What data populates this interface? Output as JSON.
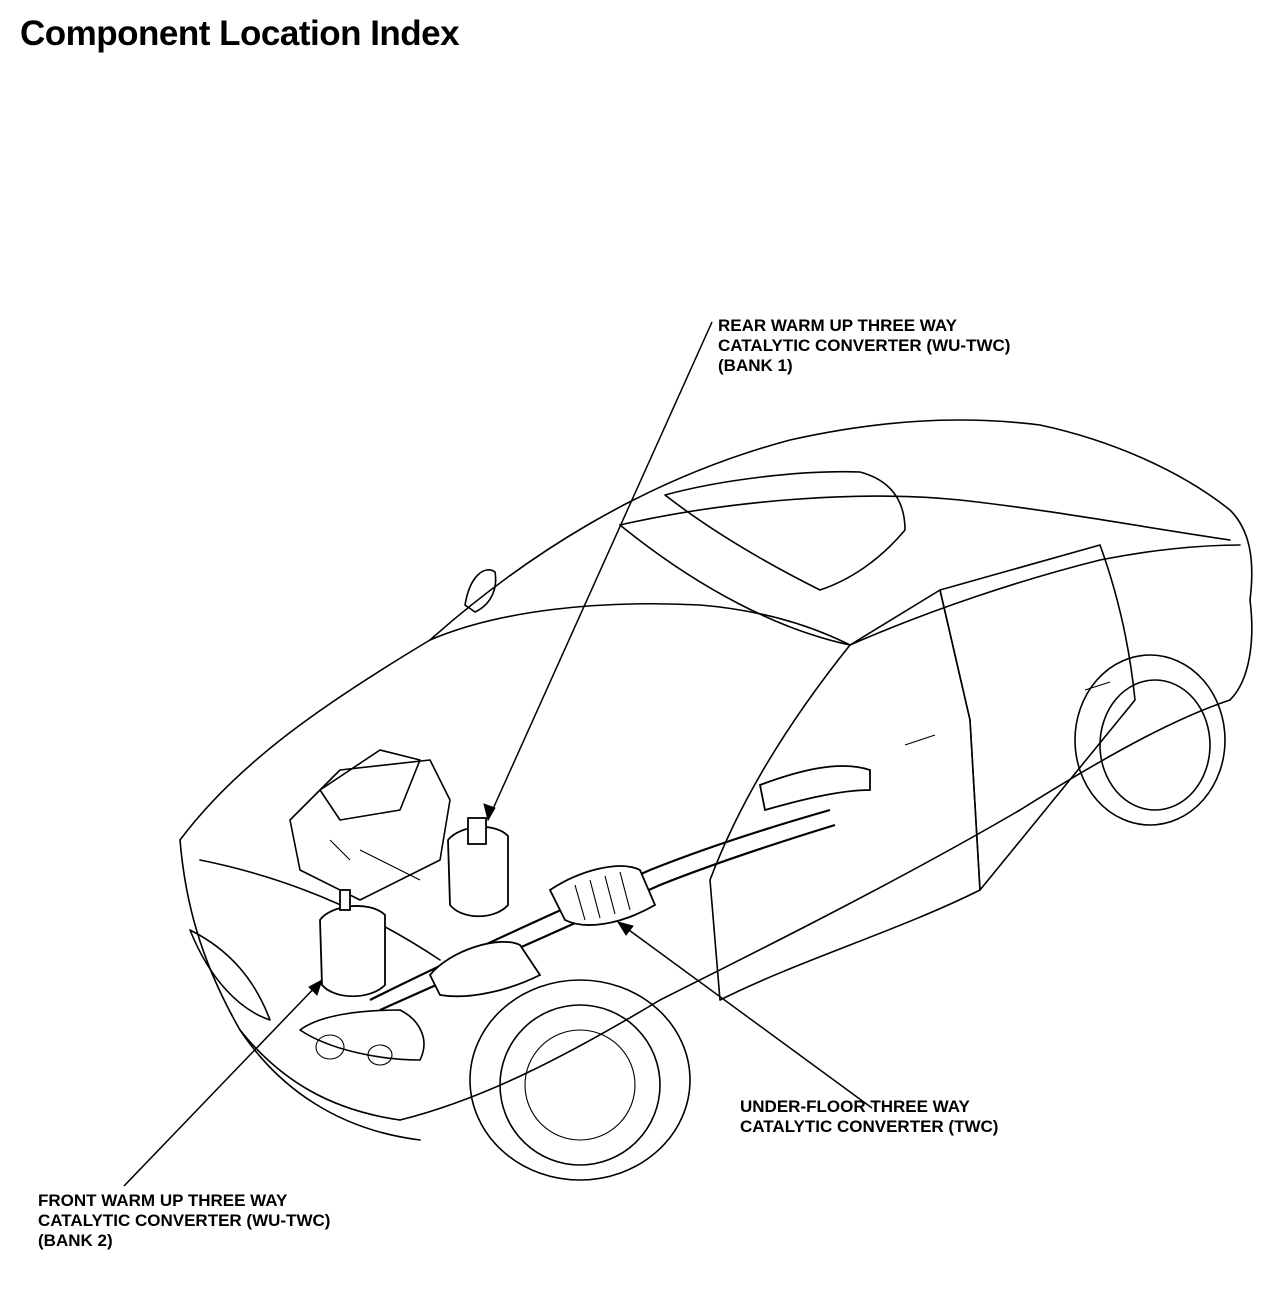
{
  "page": {
    "title": "Component Location Index"
  },
  "callouts": {
    "rear_wu_twc": {
      "lines": [
        "REAR WARM UP THREE WAY",
        "CATALYTIC CONVERTER (WU-TWC)",
        "(BANK 1)"
      ]
    },
    "underfloor_twc": {
      "lines": [
        "UNDER-FLOOR THREE WAY",
        "CATALYTIC CONVERTER (TWC)"
      ]
    },
    "front_wu_twc": {
      "lines": [
        "FRONT WARM UP THREE WAY",
        "CATALYTIC CONVERTER (WU-TWC)",
        "(BANK 2)"
      ]
    }
  }
}
